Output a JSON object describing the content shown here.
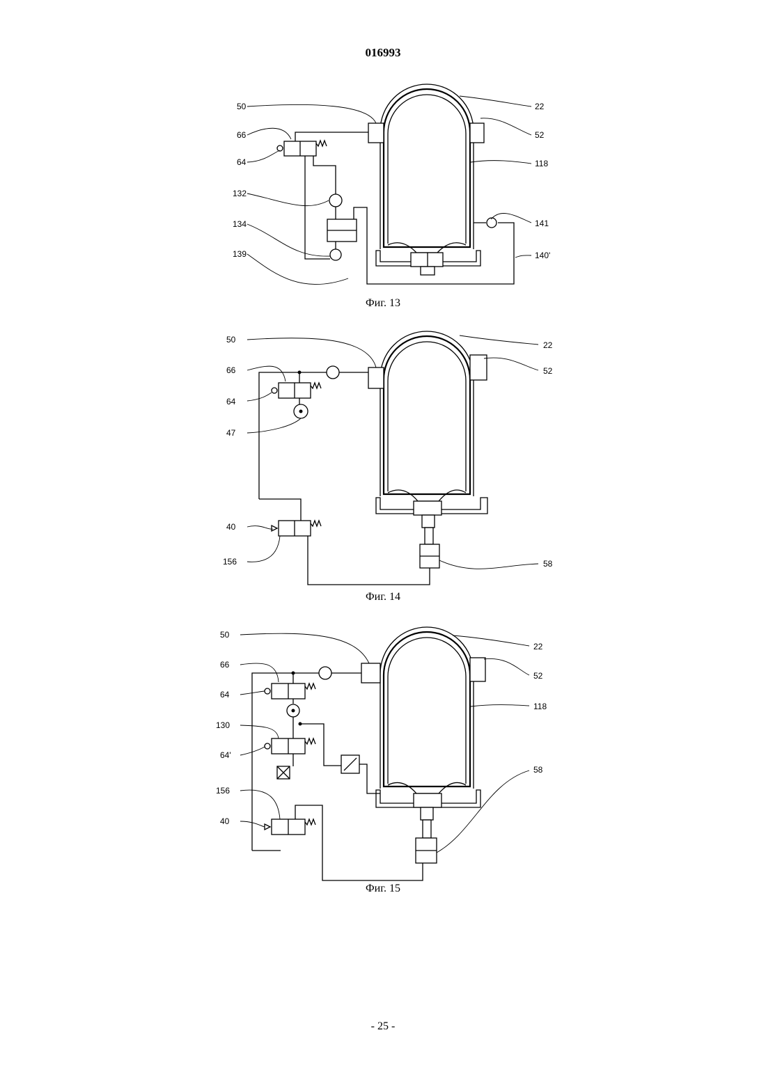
{
  "header": {
    "doc_number": "016993"
  },
  "figures": [
    {
      "caption": "Фиг. 13",
      "labels": {
        "l50": "50",
        "l66": "66",
        "l64": "64",
        "l132": "132",
        "l134": "134",
        "l139": "139",
        "l22": "22",
        "l52": "52",
        "l118": "118",
        "l141": "141",
        "l140": "140'"
      }
    },
    {
      "caption": "Фиг. 14",
      "labels": {
        "l50": "50",
        "l66": "66",
        "l64": "64",
        "l47": "47",
        "l40": "40",
        "l156": "156",
        "l22": "22",
        "l52": "52",
        "l58": "58"
      }
    },
    {
      "caption": "Фиг. 15",
      "labels": {
        "l50": "50",
        "l66": "66",
        "l64": "64",
        "l130": "130",
        "l64p": "64'",
        "l156": "156",
        "l40": "40",
        "l22": "22",
        "l52": "52",
        "l118": "118",
        "l58": "58"
      }
    }
  ],
  "footer": {
    "page_number": "- 25 -"
  }
}
